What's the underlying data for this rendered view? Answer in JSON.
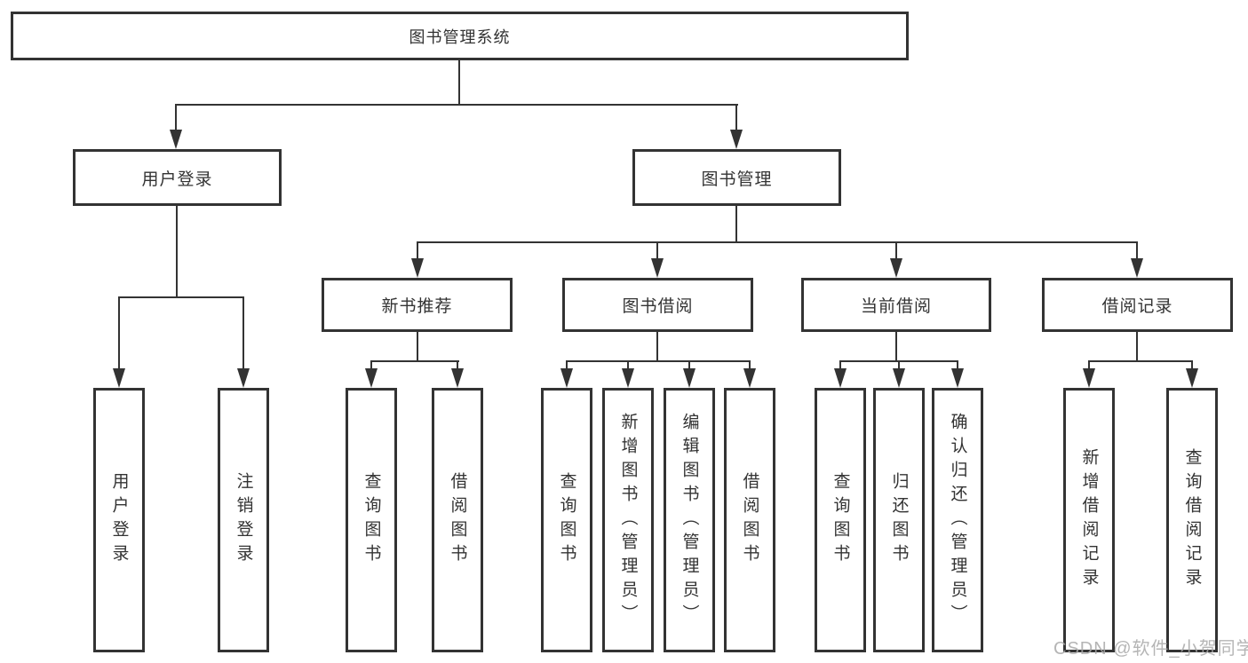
{
  "diagram": {
    "tree": {
      "label": "图书管理系统",
      "children": [
        {
          "label": "用户登录",
          "children": [
            {
              "label": "用户登录"
            },
            {
              "label": "注销登录"
            }
          ]
        },
        {
          "label": "图书管理",
          "children": [
            {
              "label": "新书推荐",
              "children": [
                {
                  "label": "查询图书"
                },
                {
                  "label": "借阅图书"
                }
              ]
            },
            {
              "label": "图书借阅",
              "children": [
                {
                  "label": "查询图书"
                },
                {
                  "label": "新增图书（管理员）"
                },
                {
                  "label": "编辑图书（管理员）"
                },
                {
                  "label": "借阅图书"
                }
              ]
            },
            {
              "label": "当前借阅",
              "children": [
                {
                  "label": "查询图书"
                },
                {
                  "label": "归还图书"
                },
                {
                  "label": "确认归还（管理员）"
                }
              ]
            },
            {
              "label": "借阅记录",
              "children": [
                {
                  "label": "新增借阅记录"
                },
                {
                  "label": "查询借阅记录"
                }
              ]
            }
          ]
        }
      ]
    },
    "colors": {
      "line": "#333333",
      "text": "#333333",
      "background": "#ffffff",
      "watermark": "#a8a8a8"
    }
  },
  "watermark": "CSDN @软件_小贺同学"
}
